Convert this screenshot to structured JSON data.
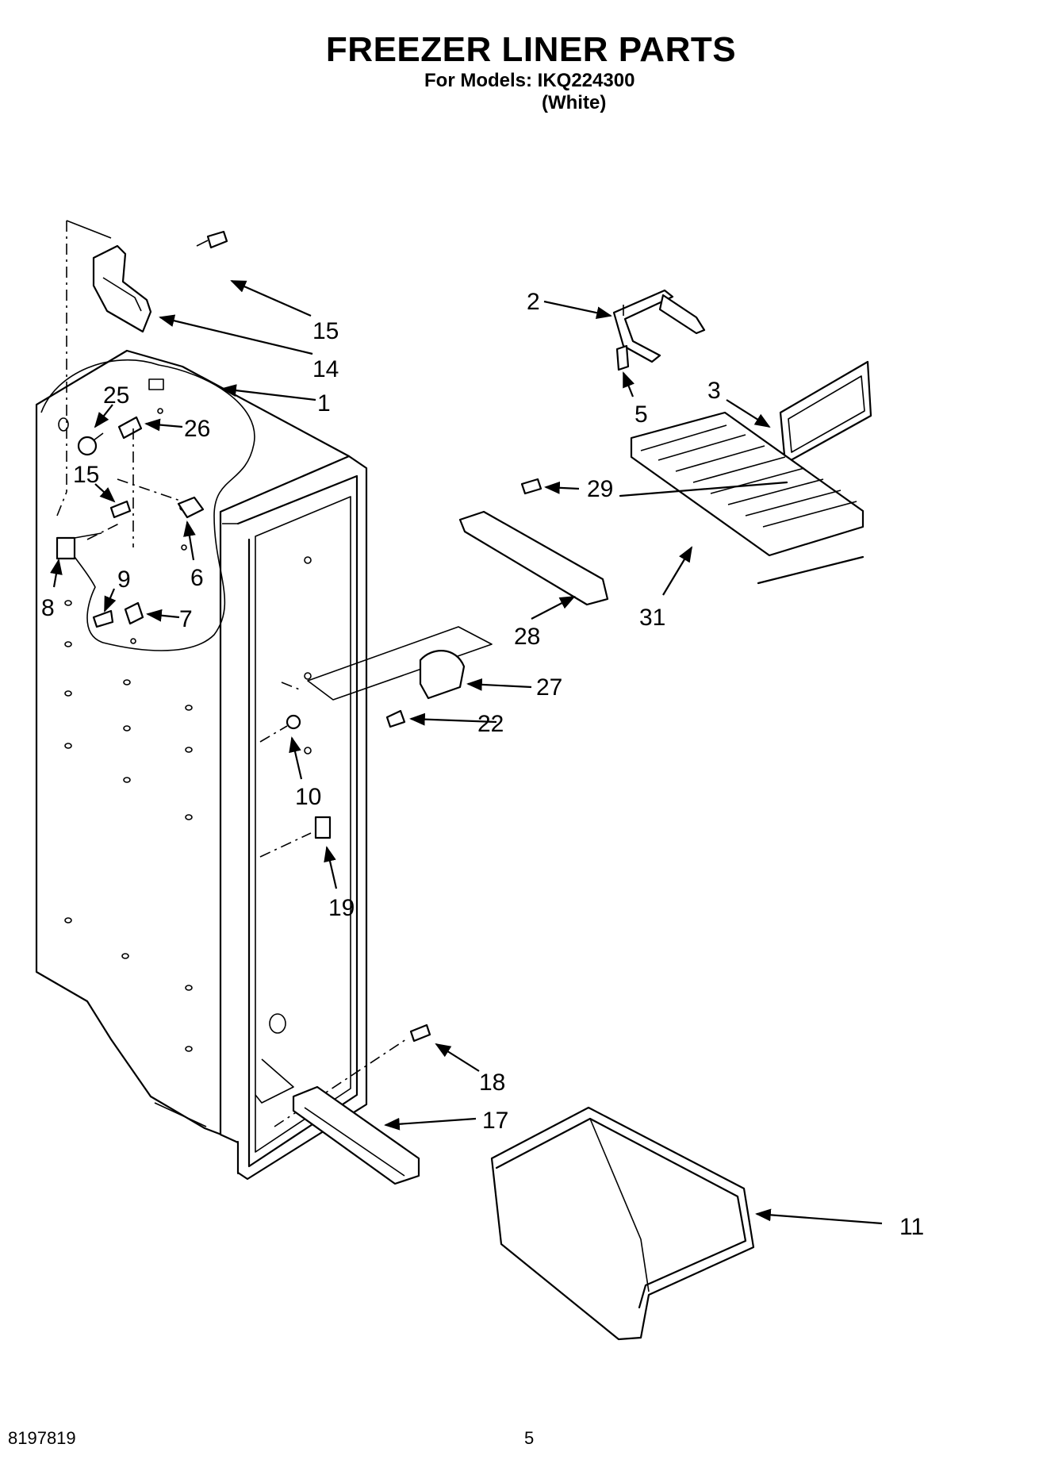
{
  "header": {
    "title": "FREEZER LINER PARTS",
    "models_line": "For Models: IKQ224300",
    "color_note": "(White)"
  },
  "footer": {
    "document_number": "8197819",
    "page_number": "5"
  },
  "callouts": [
    "15",
    "14",
    "1",
    "25",
    "26",
    "15",
    "6",
    "9",
    "7",
    "8",
    "2",
    "5",
    "3",
    "29",
    "28",
    "31",
    "27",
    "22",
    "10",
    "19",
    "18",
    "17",
    "11"
  ]
}
